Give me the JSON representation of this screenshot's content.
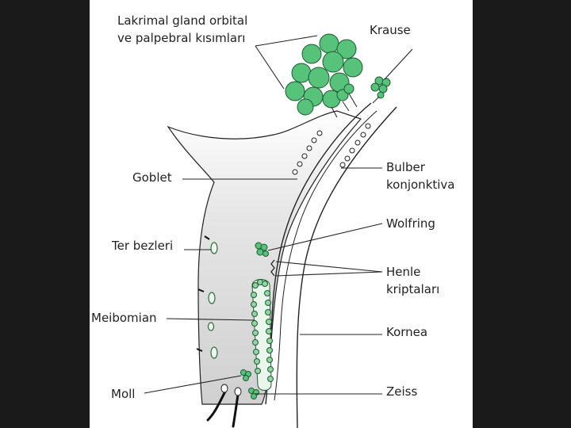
{
  "labels": {
    "lacrimal_line1": "Lakrimal gland orbital",
    "lacrimal_line2": "ve palpebral kısımları",
    "krause": "Krause",
    "goblet": "Goblet",
    "bulber_line1": "Bulber",
    "bulber_line2": "konjonktiva",
    "wolfring": "Wolfring",
    "ter_bezleri": "Ter bezleri",
    "henle_line1": "Henle",
    "henle_line2": "kriptaları",
    "meibomian": "Meibomian",
    "kornea": "Kornea",
    "moll": "Moll",
    "zeiss": "Zeiss"
  },
  "colors": {
    "background": "#1a1a1a",
    "panel": "#ffffff",
    "gland_green": "#56c27a",
    "gland_outline": "#1f5a33",
    "tissue_gray": "#d9d9d9",
    "line": "#222222"
  }
}
